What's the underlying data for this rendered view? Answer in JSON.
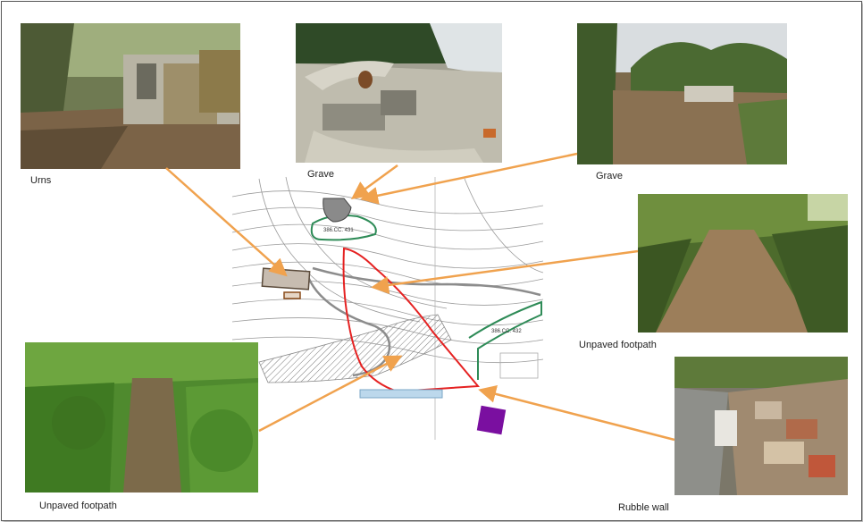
{
  "captions": {
    "urns": "Urns",
    "grave_center": "Grave",
    "grave_right": "Grave",
    "footpath_right": "Unpaved footpath",
    "footpath_left": "Unpaved footpath",
    "rubble_wall": "Rubble wall"
  },
  "map_labels": {
    "zone_upper": "386.CC. 431",
    "zone_right": "386.CC. 432"
  },
  "colors": {
    "arrow": "#f0a24e",
    "site_boundary": "#e52222",
    "zone_outline": "#2e8b57",
    "purple_box": "#7a0fa0"
  }
}
